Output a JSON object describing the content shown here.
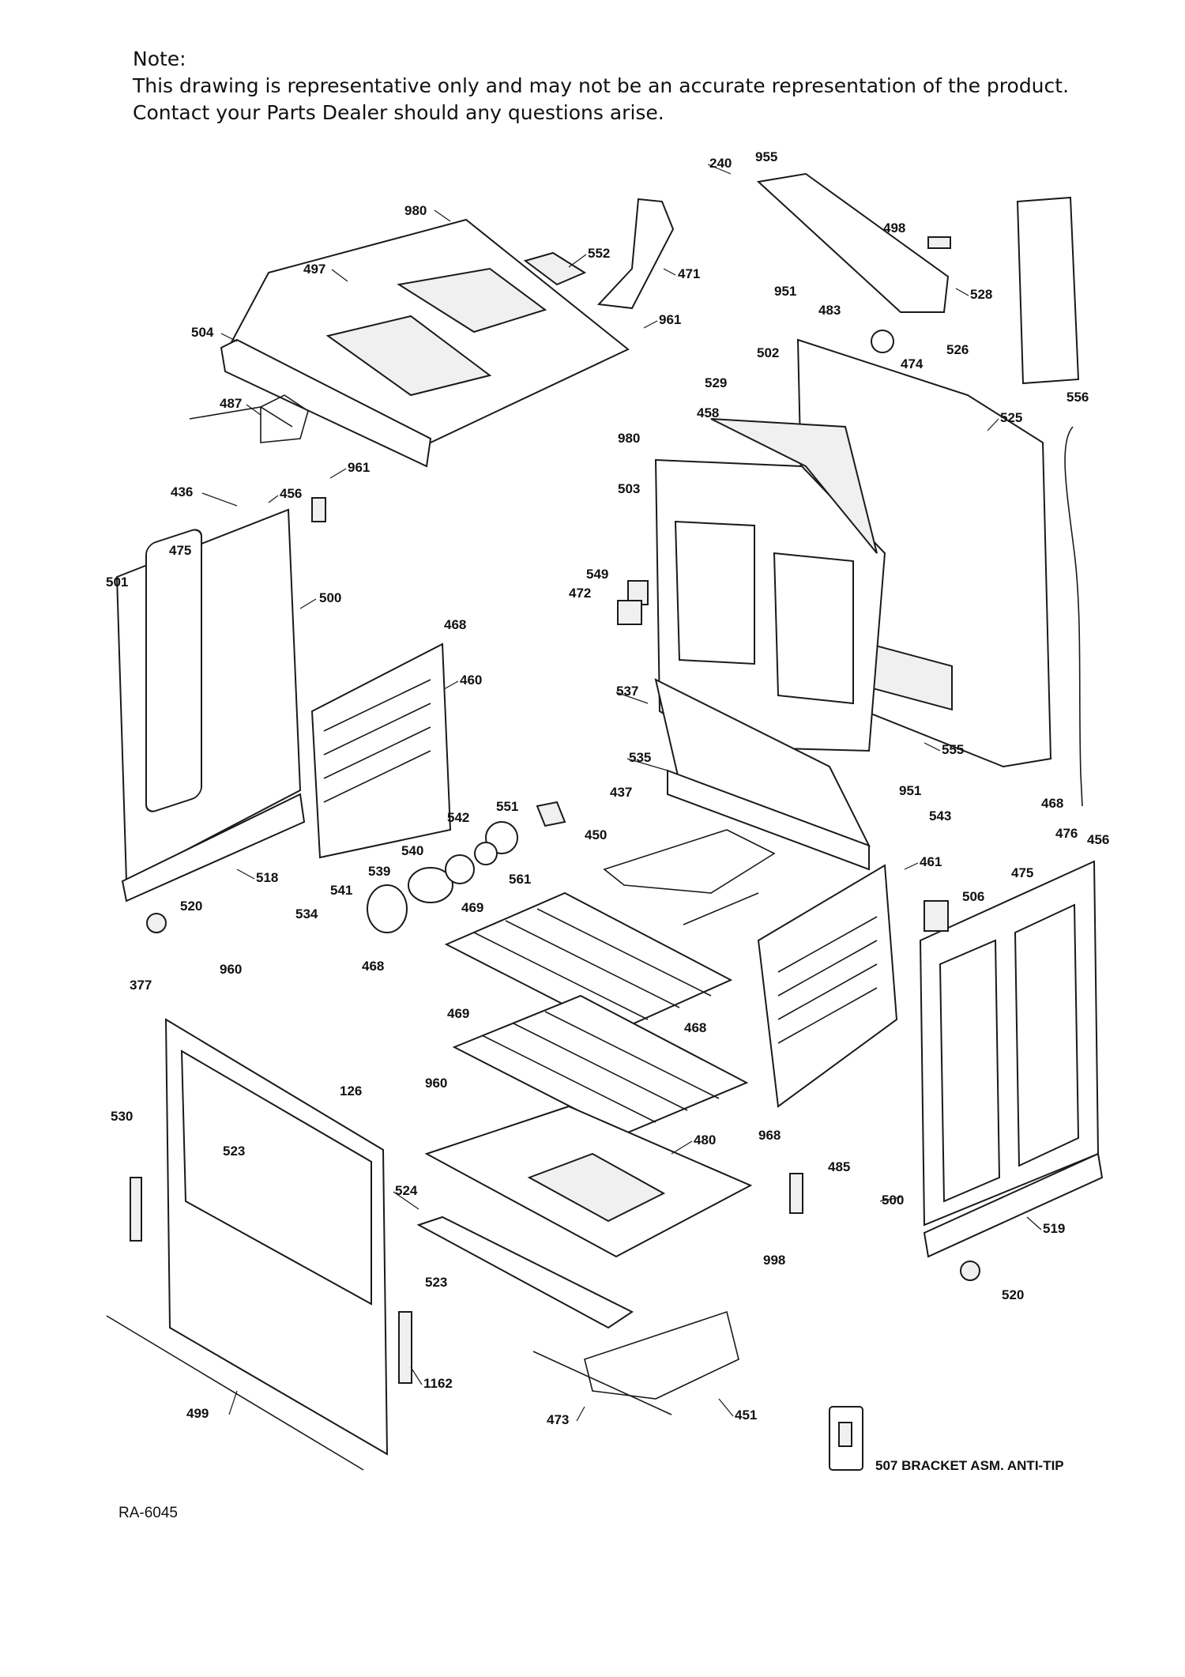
{
  "note": {
    "heading": "Note:",
    "line1": "This drawing is representative only and may not be an accurate representation of the product.",
    "line2": "Contact your Parts Dealer should any questions arise."
  },
  "diagram_code": "RA-6045",
  "callout_507": "507  BRACKET ASM. ANTI-TIP",
  "callouts": [
    "980",
    "552",
    "497",
    "471",
    "961",
    "504",
    "487",
    "961",
    "436",
    "456",
    "475",
    "501",
    "500",
    "468",
    "460",
    "518",
    "520",
    "542",
    "551",
    "540",
    "539",
    "561",
    "541",
    "534",
    "468",
    "437",
    "450",
    "469",
    "377",
    "960",
    "469",
    "468",
    "126",
    "960",
    "530",
    "523",
    "524",
    "480",
    "523",
    "499",
    "1162",
    "473",
    "451",
    "240",
    "955",
    "498",
    "528",
    "951",
    "483",
    "502",
    "474",
    "526",
    "529",
    "525",
    "458",
    "556",
    "980",
    "503",
    "549",
    "472",
    "537",
    "535",
    "555",
    "951",
    "543",
    "468",
    "476",
    "456",
    "461",
    "475",
    "506",
    "968",
    "485",
    "998",
    "500",
    "519",
    "520"
  ]
}
